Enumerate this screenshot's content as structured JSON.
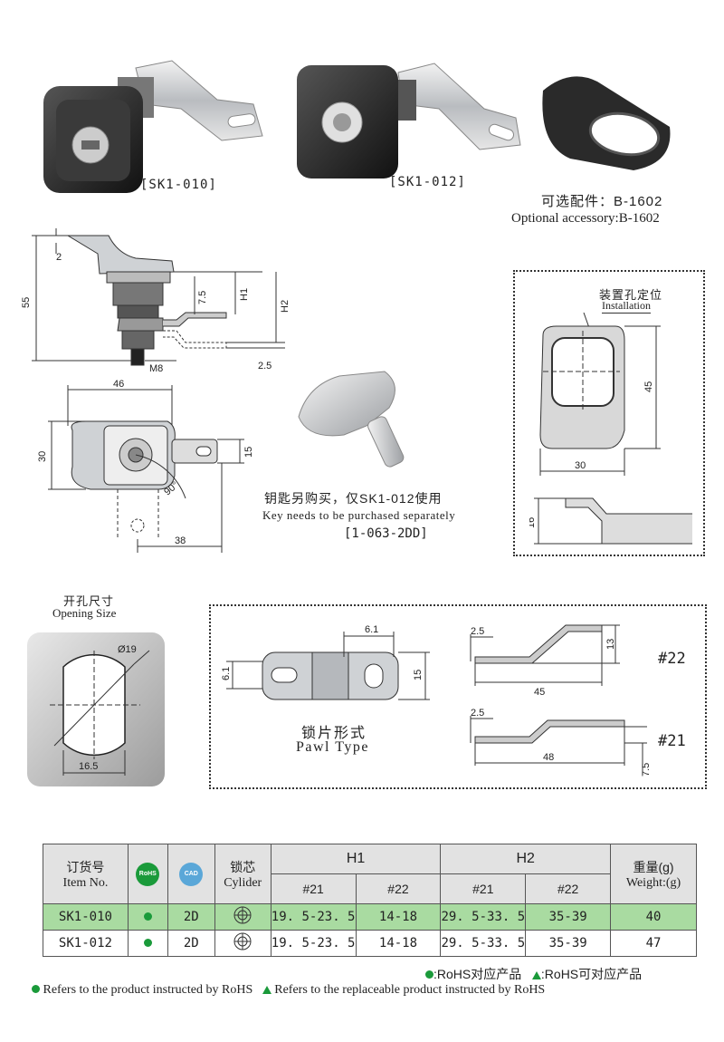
{
  "products": {
    "sk1_010_label": "[SK1-010]",
    "sk1_012_label": "[SK1-012]",
    "accessory_cn": "可选配件：B-1602",
    "accessory_en": "Optional accessory:B-1602"
  },
  "side_drawing": {
    "dim_2": "2",
    "dim_55": "55",
    "dim_7_5": "7.5",
    "dim_h1": "H1",
    "dim_h2": "H2",
    "dim_m8": "M8",
    "dim_2_5": "2.5"
  },
  "front_drawing": {
    "dim_46": "46",
    "dim_30": "30",
    "dim_15": "15",
    "dim_90": "90°",
    "dim_38": "38"
  },
  "key": {
    "note_cn": "钥匙另购买，仅SK1-012使用",
    "note_en": "Key needs to be purchased separately",
    "code": "[1-063-2DD]"
  },
  "installation": {
    "label_cn": "装置孔定位",
    "label_en": "Installation",
    "dim_45": "45",
    "dim_30": "30",
    "dim_16": "16"
  },
  "opening": {
    "title_cn": "开孔尺寸",
    "title_en": "Opening Size",
    "dim_d19": "Ø19",
    "dim_16_5": "16.5"
  },
  "pawl": {
    "title_cn": "锁片形式",
    "title_en": "Pawl Type",
    "dim_6_1_top": "6.1",
    "dim_6_1_side": "6.1",
    "dim_15": "15",
    "p22_2_5": "2.5",
    "p22_13": "13",
    "p22_45": "45",
    "p22_tag": "#22",
    "p21_2_5": "2.5",
    "p21_48": "48",
    "p21_7_5": "7.5",
    "p21_tag": "#21"
  },
  "table": {
    "head_order_cn": "订货号",
    "head_order_en": "Item No.",
    "head_rohs": "RoHS",
    "head_cad": "CAD",
    "head_core_cn": "锁芯",
    "head_core_en": "Cylider",
    "head_h1": "H1",
    "head_h2": "H2",
    "head_weight_cn": "重量(g)",
    "head_weight_en": "Weight:(g)",
    "sub_21a": "#21",
    "sub_22a": "#22",
    "sub_21b": "#21",
    "sub_22b": "#22",
    "rows": [
      {
        "item": "SK1-010",
        "cad": "2D",
        "h1_21": "19. 5-23. 5",
        "h1_22": "14-18",
        "h2_21": "29. 5-33. 5",
        "h2_22": "35-39",
        "weight": "40"
      },
      {
        "item": "SK1-012",
        "cad": "2D",
        "h1_21": "19. 5-23. 5",
        "h1_22": "14-18",
        "h2_21": "29. 5-33. 5",
        "h2_22": "35-39",
        "weight": "47"
      }
    ]
  },
  "legend": {
    "cn_dot": ":RoHS对应产品",
    "cn_tri": ":RoHS可对应产品",
    "en_dot": "Refers to the product instructed by RoHS",
    "en_tri": "Refers to the replaceable product instructed by RoHS"
  },
  "colors": {
    "rohs_green": "#1a9a3a",
    "row_highlight": "#a9dba1",
    "cad_blue": "#5aa7d8"
  }
}
